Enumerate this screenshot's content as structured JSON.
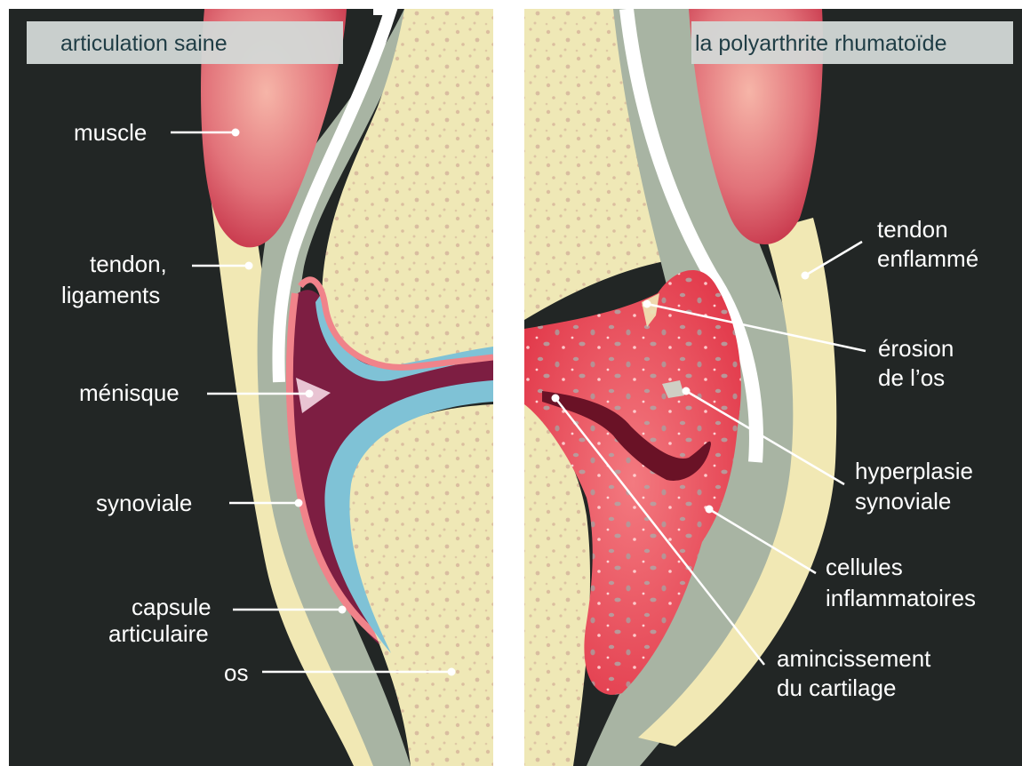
{
  "panels": {
    "left": {
      "title": "articulation saine",
      "labels": {
        "muscle": "muscle",
        "tendon_line1": "tendon,",
        "tendon_line2": "ligaments",
        "menisque": "ménisque",
        "synoviale": "synoviale",
        "capsule_line1": "capsule",
        "capsule_line2": "articulaire",
        "os": "os"
      }
    },
    "right": {
      "title": "la polyarthrite rhumatoïde",
      "labels": {
        "tendon_line1": "tendon",
        "tendon_line2": "enflammé",
        "erosion_line1": "érosion",
        "erosion_line2": "de l’os",
        "hyperplasie_line1": "hyperplasie",
        "hyperplasie_line2": "synoviale",
        "cellules_line1": "cellules",
        "cellules_line2": "inflammatoires",
        "amincissement_line1": "amincissement",
        "amincissement_line2": "du cartilage"
      }
    }
  },
  "colors": {
    "background": "#222625",
    "bone": "#efe8b6",
    "tendon": "#f1e8b4",
    "capsule": "#a8b4a3",
    "muscle": "#d95a63",
    "cartilage": "#7fc2d6",
    "synovial_fluid": "#7d1e42",
    "synovial_membrane": "#f0838a",
    "inflammation": "#e84553",
    "title_box": "#d3d8d6"
  }
}
